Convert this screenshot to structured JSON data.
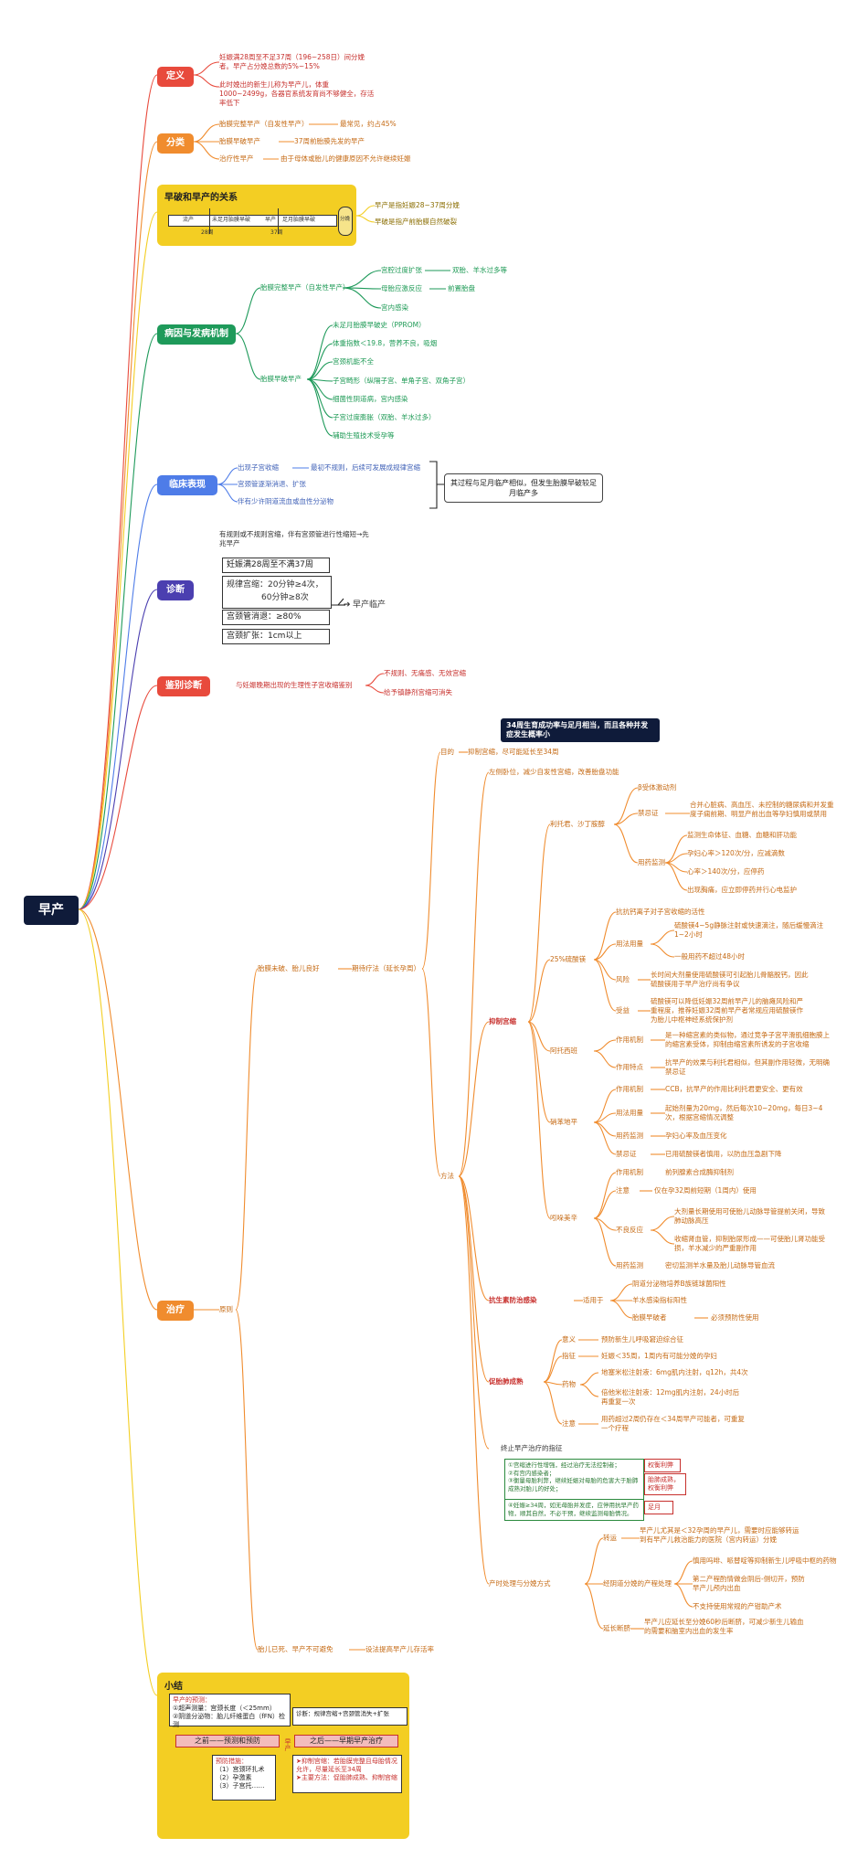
{
  "root": "早产",
  "colors": {
    "define": "#e84a3c",
    "classify": "#f08c2e",
    "relation": "#f3ce23",
    "cause": "#1e9a5a",
    "clinical": "#4e7ce8",
    "diagnosis": "#4b3fb0",
    "differential": "#e84a3c",
    "treatment": "#f08c2e",
    "summary": "#f3ce23"
  },
  "define": {
    "label": "定义",
    "items": [
      "妊娠满28周至不足37周（196~258日）间分娩者。早产占分娩总数的5%~15%",
      "此时娩出的新生儿称为早产儿，体重1000~2499g，各器官系统发育尚不够健全，存活率低下"
    ]
  },
  "classify": {
    "label": "分类",
    "items": [
      {
        "name": "胎膜完整早产（自发性早产）",
        "note": "最常见，约占45%"
      },
      {
        "name": "胎膜早破早产",
        "note": "37周前胎膜先发的早产"
      },
      {
        "name": "治疗性早产",
        "note": "由于母体或胎儿的健康原因不允许继续妊娠"
      }
    ]
  },
  "relation": {
    "label": "早破和早产的关系",
    "timeline": [
      "流产",
      "未足月胎膜早破",
      "早产",
      "足月胎膜早破",
      "分娩"
    ],
    "weeks": [
      "28周",
      "37周"
    ],
    "notes": [
      "早产是指妊娠28~37周分娩",
      "早破是指产前胎膜自然破裂"
    ]
  },
  "cause": {
    "label": "病因与发病机制",
    "intact": {
      "name": "胎膜完整早产（自发性早产）",
      "items": [
        {
          "name": "宫腔过度扩张",
          "note": "双胎、羊水过多等"
        },
        {
          "name": "母胎应激反应",
          "note": "前置胎盘"
        },
        {
          "name": "宫内感染",
          "note": ""
        }
      ]
    },
    "prom": {
      "name": "胎膜早破早产",
      "items": [
        "未足月胎膜早破史（PPROM）",
        "体重指数＜19.8，营养不良，吸烟",
        "宫颈机能不全",
        "子宫畸形（纵隔子宫、单角子宫、双角子宫）",
        "细菌性阴道病，宫内感染",
        "子宫过度膨胀（双胎、羊水过多）",
        "辅助生殖技术受孕等"
      ]
    }
  },
  "clinical": {
    "label": "临床表现",
    "items": [
      {
        "name": "出现子宫收缩",
        "note": "最初不规则，后续可发展成规律宫缩"
      },
      {
        "name": "宫颈管逐渐消退、扩张",
        "note": ""
      },
      {
        "name": "伴有少许阴道流血或血性分泌物",
        "note": ""
      }
    ],
    "callout": "其过程与足月临产相似，但发生胎膜早破较足月临产多"
  },
  "diagnosis": {
    "label": "诊断",
    "intro": "有规则或不规则宫缩，伴有宫颈管进行性缩短→先兆早产",
    "boxes": [
      "妊娠满28周至不满37周",
      "规律宫缩：20分钟≥4次，",
      "60分钟≥8次",
      "宫颈管消退：≥80%",
      "宫颈扩张：1cm以上"
    ],
    "result": "早产临产"
  },
  "differential": {
    "label": "鉴别诊断",
    "main": "与妊娠晚期出现的生理性子宫收缩鉴别",
    "items": [
      "不规则、无痛感、无效宫缩",
      "给予镇静剂宫缩可消失"
    ]
  },
  "treatment": {
    "label": "治疗",
    "principle": "原则",
    "branch_a": "胎膜未破、胎儿良好",
    "branch_a_sub": "期待疗法（延长孕周）",
    "goal_label": "目的",
    "goal": "抑制宫缩，尽可能延长至34周",
    "goal_pill": "34周生育成功率与足月相当，而且各种并发症发生概率小",
    "method_label": "方法",
    "rest": "左侧卧位，减少自发性宫缩，改善胎盘功能",
    "inhibit": "抑制宫缩",
    "ritodrine": {
      "name": "利托君、沙丁胺醇",
      "items": [
        "β受体激动剂",
        "合并心脏病、高血压、未控制的糖尿病和并发重度子痫前期、明显产前出血等孕妇慎用或禁用",
        "监测生命体征、血糖、血糖和肝功能",
        "孕妇心率＞120次/分，应减滴数",
        "心率＞140次/分，应停药",
        "出现胸痛，应立即停药并行心电监护"
      ],
      "labels": [
        "禁忌证",
        "用药监测"
      ]
    },
    "mg": {
      "name": "25%硫酸镁",
      "items": [
        "抗抗钙离子对子宫收缩的活性",
        "硫酸镁4~5g静脉注射或快速滴注，随后缓慢滴注1~2小时",
        "一般用药不超过48小时",
        "长时间大剂量使用硫酸镁可引起胎儿骨骼脱钙，因此硫酸镁用于早产治疗尚有争议",
        "硫酸镁可以降低妊娠32周前早产儿的脑瘫风险和严重程度，推荐妊娠32周前早产者常规应用硫酸镁作为胎儿中枢神经系统保护剂"
      ],
      "labels": [
        "用法用量",
        "风险",
        "受益"
      ]
    },
    "atosiban": {
      "name": "阿托西班",
      "items": [
        "是一种缩宫素的类似物，通过竞争子宫平滑肌细胞膜上的缩宫素受体，抑制由缩宫素所诱发的子宫收缩",
        "抗早产的效果与利托君相似，但其副作用轻微，无明确禁忌证"
      ],
      "labels": [
        "作用机制",
        "作用特点"
      ]
    },
    "nifedipine": {
      "name": "硝苯地平",
      "items": [
        "CCB，抗早产的作用比利托君更安全、更有效",
        "起始剂量为20mg，然后每次10~20mg，每日3~4次，根据宫缩情况调整",
        "孕妇心率及血压变化",
        "已用硫酸镁者慎用，以防血压急剧下降"
      ],
      "labels": [
        "作用机制",
        "用法用量",
        "用药监测",
        "禁忌证"
      ]
    },
    "indomethacin": {
      "name": "吲哚美辛",
      "items": [
        "前列腺素合成酶抑制剂",
        "仅在孕32周前短期（1周内）使用",
        "大剂量长期使用可使胎儿动脉导管提前关闭，导致肺动脉高压",
        "收缩肾血管，抑制胎尿形成——可使胎儿肾功能受损，羊水减少的严重副作用",
        "密切监测羊水量及胎儿动脉导管血流"
      ],
      "labels": [
        "作用机制",
        "注意",
        "不良反应",
        "用药监测"
      ]
    },
    "antibiotic": {
      "name": "抗生素防治感染",
      "apply": "适用于",
      "items": [
        "阴道分泌物培养B族链球菌阳性",
        "羊水感染指标阳性",
        "胎膜早破者"
      ],
      "note": "必须预防性使用"
    },
    "lung": {
      "name": "促胎肺成熟",
      "items": [
        [
          "意义",
          "预防新生儿呼吸窘迫综合征"
        ],
        [
          "指征",
          "妊娠＜35周，1周内有可能分娩的孕妇"
        ],
        [
          "药物",
          "地塞米松注射液：6mg肌内注射，q12h，共4次"
        ],
        [
          "",
          "倍他米松注射液：12mg肌内注射，24小时后再重复一次"
        ],
        [
          "注意",
          "用药超过2周仍存在＜34周早产可能者，可重复一个疗程"
        ]
      ]
    },
    "stop": {
      "title": "终止早产治疗的指征",
      "lines": [
        "①宫缩进行性增强，经过治疗无法控制者；",
        "②有宫内感染者；",
        "③衡量母胎利弊，继续妊娠对母胎的危害大于胎肺成熟对胎儿的好处；",
        "④妊娠≥34周，如无母胎并发症，应停用抗早产药物，顺其自然，不必干预，继续监测母胎情况。"
      ],
      "tags": [
        "权衡利弊",
        "胎肺成熟，权衡利弊",
        "足月"
      ]
    },
    "delivery": {
      "name": "产时处理与分娩方式",
      "items": [
        [
          "转运",
          "早产儿尤其是＜32孕周的早产儿，需要时应能够转运到有早产儿救治能力的医院（宫内转运）分娩"
        ],
        [
          "经阴道分娩的产程处理",
          "慎用吗啡、哌替啶等抑制新生儿呼吸中枢的药物"
        ],
        [
          "",
          "第二产程酌情做会阴后-侧切开，预防早产儿颅内出血"
        ],
        [
          "",
          "不支持使用常规的产钳助产术"
        ],
        [
          "延长断脐",
          "早产儿应延长至分娩60秒后断脐，可减少新生儿输血的需要和脑室内出血的发生率"
        ]
      ]
    },
    "branch_b": "胎儿已死、早产不可避免",
    "branch_b_note": "设法提高早产儿存活率"
  },
  "summary": {
    "label": "小结",
    "predict_title": "早产的预测：",
    "predict": [
      "①超声测量：宫颈长度（＜25mm）",
      "②阴道分泌物：胎儿纤维蛋白（fFN）检测"
    ],
    "before": "之前——预测和预防",
    "prevent_title": "预防措施：",
    "prevent": [
      "（1）宫颈环扎术",
      "（2）孕激素",
      "（3）子宫托……"
    ],
    "condition": "诊断：规律宫缩+宫颈管消失+扩张",
    "after": "之后——早期早产治疗",
    "after_items": [
      "➤抑制宫缩：若胎膜完整且母胎情况允许，尽量延长至34周",
      "➤主要方法：促胎肺成熟、抑制宫缩"
    ],
    "mid": "早产"
  }
}
